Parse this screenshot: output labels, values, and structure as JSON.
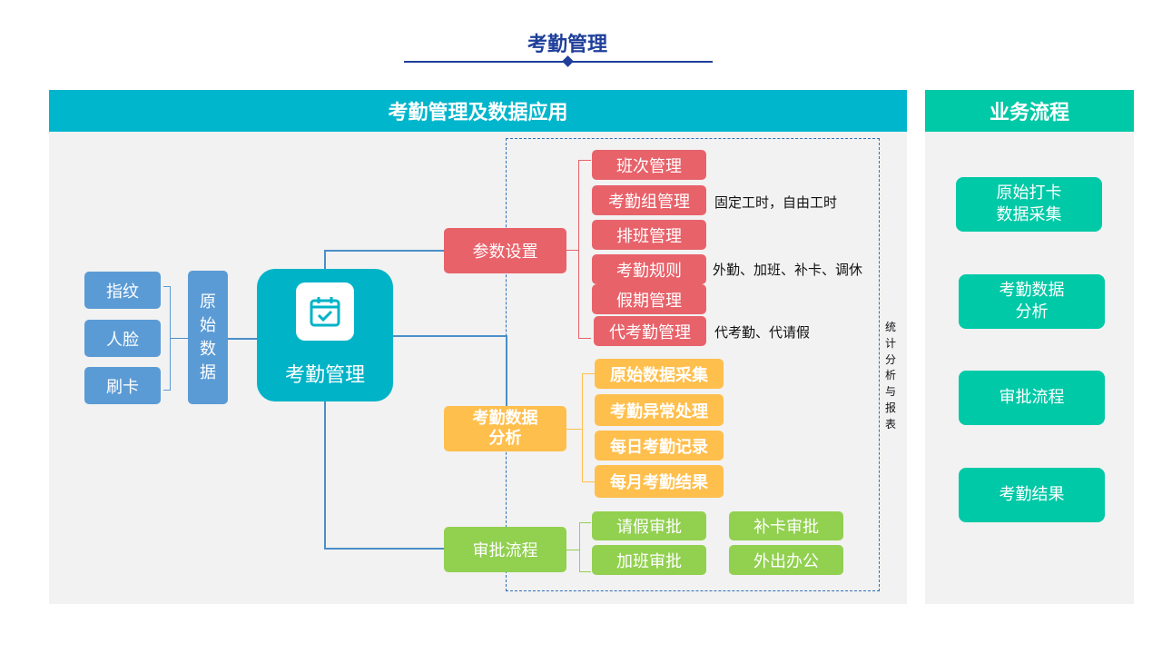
{
  "title": "考勤管理",
  "main_header": "考勤管理及数据应用",
  "side_header": "业务流程",
  "inputs": [
    "指纹",
    "人脸",
    "刷卡"
  ],
  "raw_data": "原始数据",
  "hub": {
    "label": "考勤管理",
    "icon": "calendar-check-icon"
  },
  "param": {
    "label": "参数设置",
    "items": [
      "班次管理",
      "考勤组管理",
      "排班管理",
      "考勤规则",
      "假期管理",
      "代考勤管理"
    ],
    "notes": [
      "固定工时，自由工时",
      "外勤、加班、补卡、调休",
      "代考勤、代请假"
    ]
  },
  "analysis": {
    "label": "考勤数据分析",
    "items": [
      "原始数据采集",
      "考勤异常处理",
      "每日考勤记录",
      "每月考勤结果"
    ]
  },
  "approval": {
    "label": "审批流程",
    "items": [
      "请假审批",
      "补卡审批",
      "加班审批",
      "外出办公"
    ]
  },
  "stats_label": "统计分析与报表",
  "side_items": [
    "原始打卡数据采集",
    "考勤数据分析",
    "审批流程",
    "考勤结果"
  ],
  "colors": {
    "title": "#1f3f9a",
    "main_header": "#00b6cc",
    "side_header": "#00c9a7",
    "input": "#5b9bd5",
    "param": "#e8626a",
    "analysis": "#ffbf4d",
    "approval": "#92d050"
  }
}
